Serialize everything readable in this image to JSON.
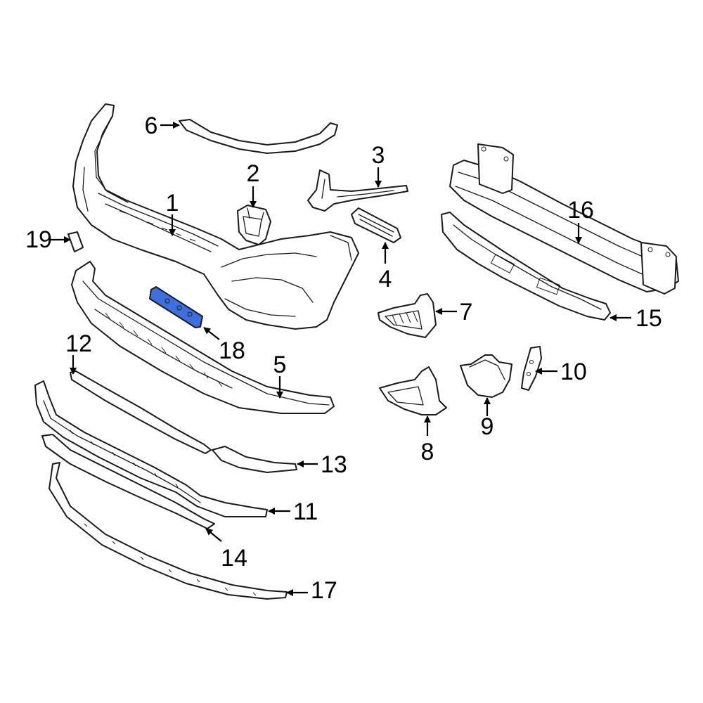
{
  "highlight_color": "#3d6fe0",
  "callouts": [
    {
      "id": "1",
      "text": "1"
    },
    {
      "id": "2",
      "text": "2"
    },
    {
      "id": "3",
      "text": "3"
    },
    {
      "id": "4",
      "text": "4"
    },
    {
      "id": "5",
      "text": "5"
    },
    {
      "id": "6",
      "text": "6"
    },
    {
      "id": "7",
      "text": "7"
    },
    {
      "id": "8",
      "text": "8"
    },
    {
      "id": "9",
      "text": "9"
    },
    {
      "id": "10",
      "text": "10"
    },
    {
      "id": "11",
      "text": "11"
    },
    {
      "id": "12",
      "text": "12"
    },
    {
      "id": "13",
      "text": "13"
    },
    {
      "id": "14",
      "text": "14"
    },
    {
      "id": "15",
      "text": "15"
    },
    {
      "id": "16",
      "text": "16"
    },
    {
      "id": "17",
      "text": "17"
    },
    {
      "id": "18",
      "text": "18"
    },
    {
      "id": "19",
      "text": "19"
    }
  ]
}
